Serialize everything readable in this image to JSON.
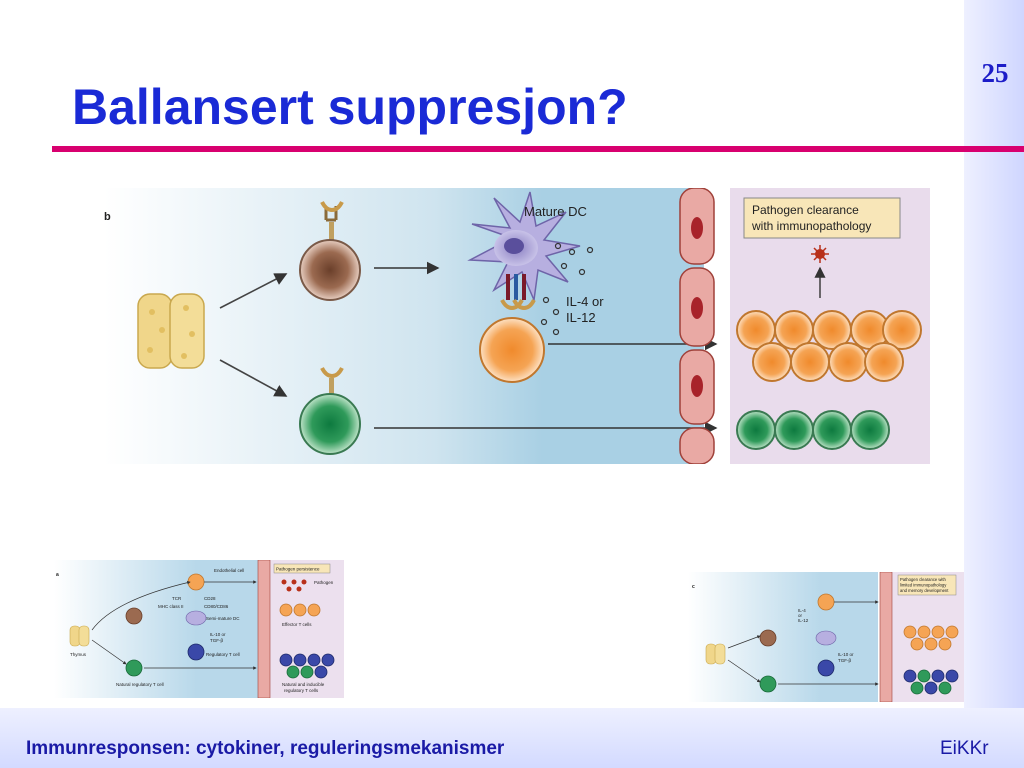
{
  "slide": {
    "number": "25",
    "title": "Ballansert suppresjon?",
    "footer": "Immunresponsen: cytokiner, reguleringsmekanismer",
    "author": "EiKKr"
  },
  "figure_b": {
    "panel_letter": "b",
    "mature_dc": "Mature DC",
    "cytokine_line1": "IL-4 or",
    "cytokine_line2": "IL-12",
    "outcome_line1": "Pathogen clearance",
    "outcome_line2": "with immunopathology"
  },
  "figure_a": {
    "panel_letter": "a",
    "endothelial": "Endothelial cell",
    "persistence": "Pathogen persistence",
    "pathogen": "Pathogen",
    "tcr": "TCR",
    "cd28": "CD28",
    "mhc": "MHC class II",
    "cd80": "CD80/CD86",
    "semi_dc": "Semi-mature DC",
    "il10_1": "IL-10 or",
    "il10_2": "TGF-β",
    "effector": "Effector T cells",
    "regulatory": "Regulatory T cell",
    "thymus": "Thymus",
    "natural_reg": "Natural regulatory T cell",
    "inducible_1": "Natural and inducible",
    "inducible_2": "regulatory T cells"
  },
  "figure_c": {
    "panel_letter": "c",
    "outcome_1": "Pathogen clearance with",
    "outcome_2": "limited immunopathology",
    "outcome_3": "and memory development",
    "il4_1": "IL-4",
    "il4_2": "or",
    "il4_3": "IL-12",
    "il10_1": "IL-10 or",
    "il10_2": "TGF-β"
  }
}
